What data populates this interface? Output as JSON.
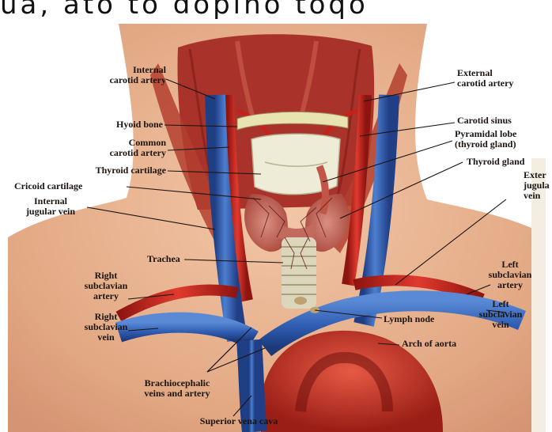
{
  "header": {
    "caption": "ua, ato to dopino toqo"
  },
  "labels": {
    "internal_carotid": [
      "Internal",
      "carotid artery"
    ],
    "hyoid_bone": "Hyoid bone",
    "common_carotid": [
      "Common",
      "carotid artery"
    ],
    "thyroid_cartilage": "Thyroid cartilage",
    "cricoid_cartilage": "Cricoid cartilage",
    "internal_jugular": [
      "Internal",
      "jugular vein"
    ],
    "trachea": "Trachea",
    "right_subclavian_artery": [
      "Right",
      "subclavian",
      "artery"
    ],
    "right_subclavian_vein": [
      "Right",
      "subclavian",
      "vein"
    ],
    "brachiocephalic": [
      "Brachiocephalic",
      "veins and artery"
    ],
    "superior_vena_cava": "Superior vena cava",
    "external_carotid": [
      "External",
      "carotid artery"
    ],
    "carotid_sinus": "Carotid sinus",
    "pyramidal_lobe": [
      "Pyramidal lobe",
      "(thyroid gland)"
    ],
    "thyroid_gland": "Thyroid gland",
    "external_jugular": [
      "Exter",
      "jugula",
      "vein"
    ],
    "left_subclavian_artery": [
      "Left",
      "subclavian",
      "artery"
    ],
    "left_subclavian_vein": [
      "Left",
      "subclavian",
      "vein"
    ],
    "lymph_node": "Lymph node",
    "arch_of_aorta": "Arch of aorta"
  },
  "colors": {
    "skin": "#e7b08e",
    "muscle": "#b2392c",
    "artery": "#c8221c",
    "vein": "#2f5fb3",
    "thyroid": "#c67065",
    "cartilage": "#eeecd6",
    "leader": "#1b1410"
  }
}
